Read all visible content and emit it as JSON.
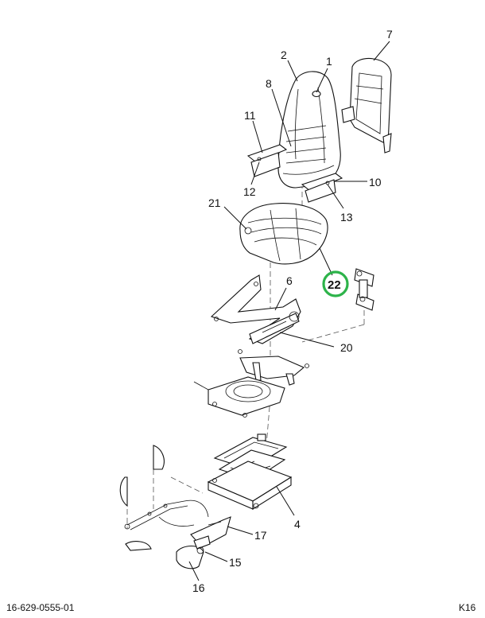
{
  "diagram": {
    "callouts": [
      {
        "id": "1",
        "label": "1"
      },
      {
        "id": "2",
        "label": "2"
      },
      {
        "id": "7",
        "label": "7"
      },
      {
        "id": "8",
        "label": "8"
      },
      {
        "id": "11",
        "label": "11"
      },
      {
        "id": "12",
        "label": "12"
      },
      {
        "id": "10",
        "label": "10"
      },
      {
        "id": "13",
        "label": "13"
      },
      {
        "id": "21",
        "label": "21"
      },
      {
        "id": "22",
        "label": "22"
      },
      {
        "id": "6",
        "label": "6"
      },
      {
        "id": "20",
        "label": "20"
      },
      {
        "id": "4",
        "label": "4"
      },
      {
        "id": "17",
        "label": "17"
      },
      {
        "id": "15",
        "label": "15"
      },
      {
        "id": "16",
        "label": "16"
      }
    ],
    "highlight_color": "#2db34a"
  },
  "footer": {
    "part_number": "16-629-0555-01",
    "page_code": "K16"
  }
}
